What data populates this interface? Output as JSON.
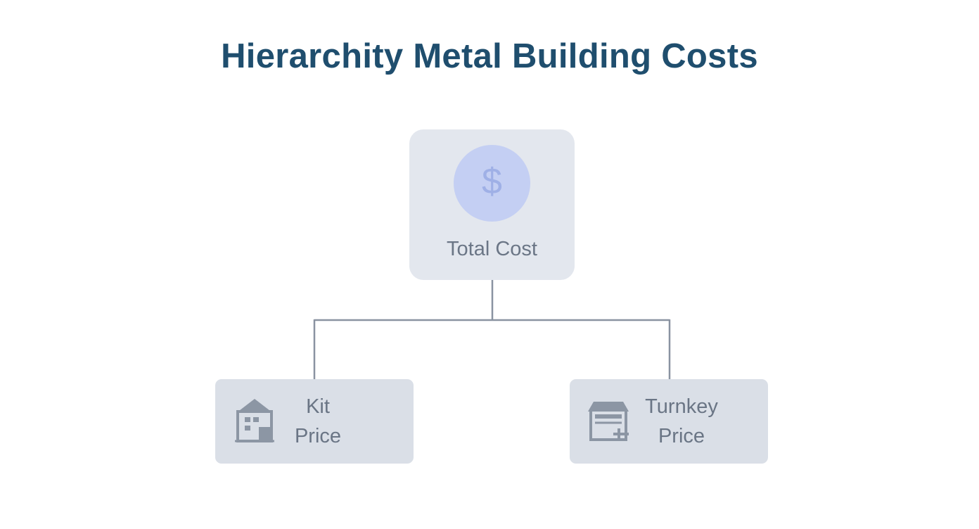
{
  "title": "Hierarchity Metal Building Costs",
  "root": {
    "label": "Total Cost",
    "icon": "dollar-sign-icon",
    "symbol": "$"
  },
  "children": [
    {
      "line1": "Kit",
      "line2": "Price",
      "icon": "building-icon"
    },
    {
      "line1": "Turnkey",
      "line2": "Price",
      "icon": "garage-icon"
    }
  ],
  "colors": {
    "title": "#1f4e6e",
    "node_fill": "#dfe3ea",
    "circle_fill": "#c4cff3",
    "connector": "#8a93a1",
    "label": "#6b7686"
  }
}
